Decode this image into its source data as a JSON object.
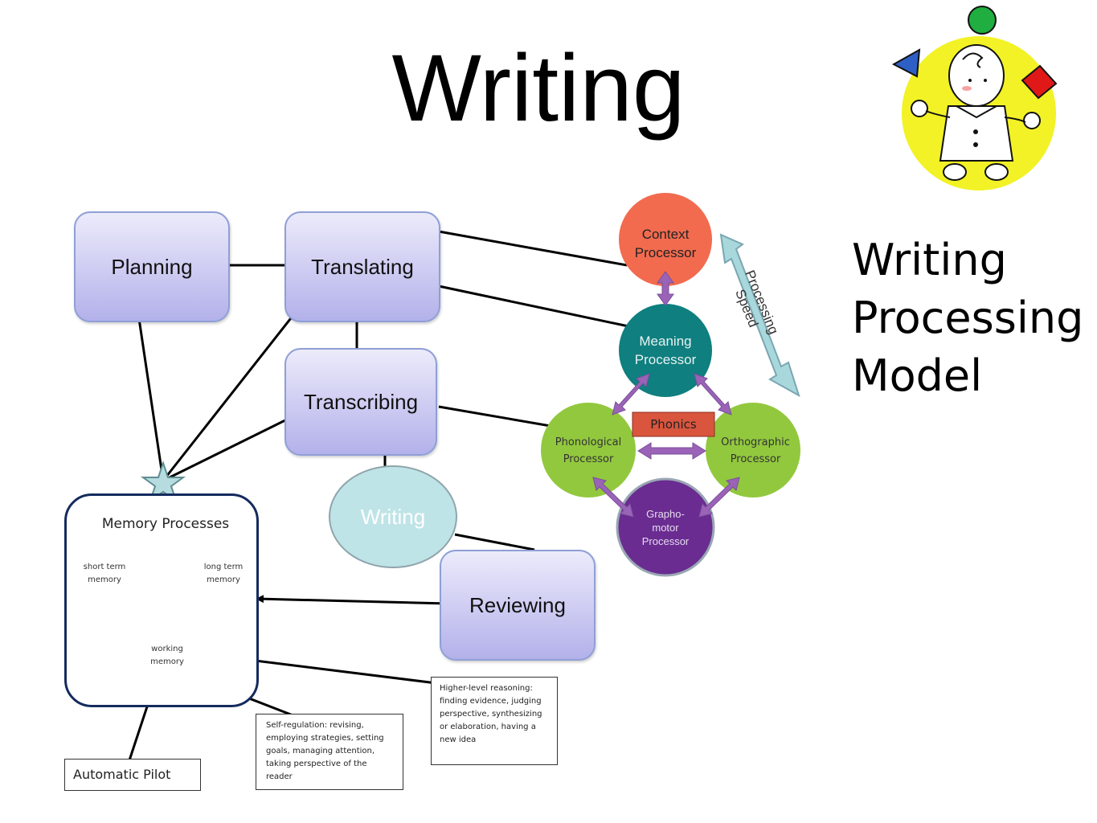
{
  "title": "Writing",
  "model_title": [
    "Writing",
    "Processing",
    "Model"
  ],
  "boxes": {
    "planning": "Planning",
    "translating": "Translating",
    "transcribing": "Transcribing",
    "reviewing": "Reviewing"
  },
  "writing_ellipse": "Writing",
  "processors": {
    "context": "Context Processor",
    "meaning": "Meaning Processor",
    "phonological": "Phonological Processor",
    "orthographic": "Orthographic Processor",
    "graphomotor": "Grapho- motor Processor",
    "phonics": "Phonics"
  },
  "processing_speed": "Processing Speed",
  "memory": {
    "title": "Memory Processes",
    "short_term": "short term memory",
    "long_term": "long term memory",
    "working": "working memory"
  },
  "notes": {
    "automatic_pilot": "Automatic Pilot",
    "self_regulation": "Self-regulation: revising, employing strategies, setting goals, managing attention, taking perspective of the reader",
    "higher_level": "Higher-level reasoning: finding evidence, judging perspective, synthesizing or elaboration, having a new idea"
  },
  "colors": {
    "context": "#f26b4f",
    "meaning": "#0f7f7f",
    "phonological": "#92c83e",
    "orthographic": "#92c83e",
    "graphomotor": "#6a2c91",
    "phonics": "#d9553d",
    "arrow_purple": "#9a63b8",
    "speed_arrow": "#a8d8dc",
    "mascot_yellow": "#f2f226"
  }
}
